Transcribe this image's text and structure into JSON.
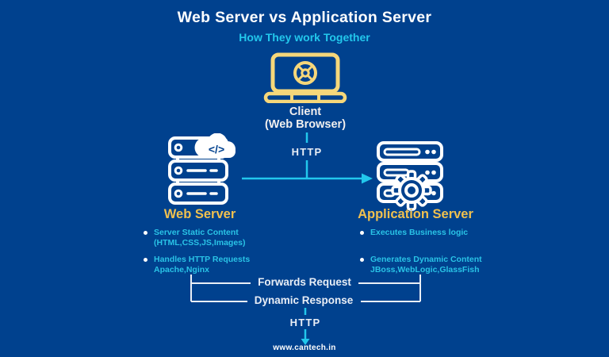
{
  "colors": {
    "background": "#00418e",
    "cyan_accent": "#22c7ec",
    "gold_accent": "#f0c04f",
    "laptop_gold": "#f6d77a",
    "line_white": "#e9eef6"
  },
  "header": {
    "title": "Web Server vs Application Server",
    "subtitle": "How They work Together"
  },
  "client": {
    "name": "Client",
    "sub": "(Web Browser)",
    "protocol": "HTTP",
    "icon": "laptop-globe-icon"
  },
  "web_server": {
    "title": "Web Server",
    "icon": "server-stack-cloud-code-icon",
    "bullets": [
      {
        "line1": "Server Static Content",
        "line2": "(HTML,CSS,JS,Images)"
      },
      {
        "line1": "Handles HTTP Requests",
        "line2": "Apache,Nginx"
      }
    ]
  },
  "app_server": {
    "title": "Application Server",
    "icon": "server-stack-gear-icon",
    "bullets": [
      {
        "line1": "Executes Business logic",
        "line2": ""
      },
      {
        "line1": "Generates Dynamic Content",
        "line2": "JBoss,WebLogic,GlassFish"
      }
    ]
  },
  "exchange": {
    "forward_label": "Forwards Request",
    "response_label": "Dynamic Response",
    "protocol": "HTTP"
  },
  "footer": {
    "website": "www.cantech.in"
  }
}
